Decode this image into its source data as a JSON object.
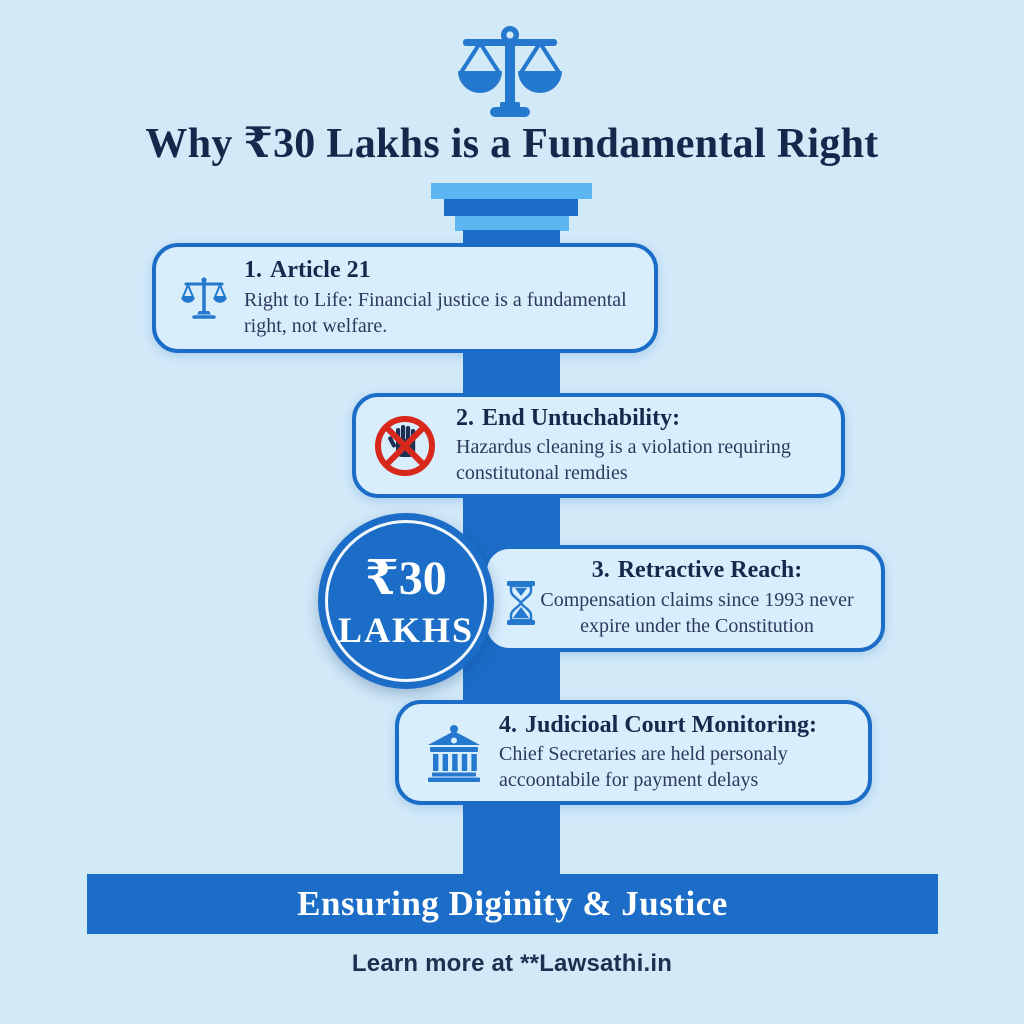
{
  "header": {
    "icon": "scales-of-justice-icon",
    "title": "Why ₹30 Lakhs is a Fundamental Right"
  },
  "points": [
    {
      "number": "1.",
      "title": "Article 21",
      "body": "Right to Life: Financial justice is a fundamental right, not welfare.",
      "icon": "scales-outline-icon"
    },
    {
      "number": "2.",
      "title": "End Untuchability:",
      "body": "Hazardus cleaning is a violation requiring constitutonal remdies",
      "icon": "no-touch-hand-icon"
    },
    {
      "number": "3.",
      "title": "Retractive Reach:",
      "body": "Compensation claims since 1993 never expire under the Constitution",
      "icon": "hourglass-icon"
    },
    {
      "number": "4.",
      "title": "Judicioal Court Monitoring:",
      "body": "Chief Secretaries are held personaly accoontabile for payment delays",
      "icon": "courthouse-icon"
    }
  ],
  "badge": {
    "amount": "₹30",
    "unit": "LAKHS"
  },
  "banner": {
    "text": "Ensuring Diginity & Justice"
  },
  "footer": {
    "text": "Learn more at **Lawsathi.in"
  },
  "colors": {
    "background": "#d2e9f8",
    "card_fill": "#d9eefc",
    "primary_blue": "#1b6dc7",
    "light_blue_accent": "#5cb6f1",
    "icon_blue": "#2478cd",
    "navy_text": "#16294d",
    "body_text": "#2b3a5c",
    "prohibition_red": "#d8281c",
    "white": "#ffffff"
  }
}
